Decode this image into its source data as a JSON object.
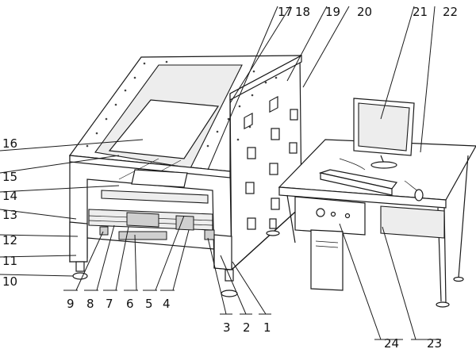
{
  "labels": [
    {
      "text": "1"
    },
    {
      "text": "2"
    },
    {
      "text": "3"
    },
    {
      "text": "4"
    },
    {
      "text": "5"
    },
    {
      "text": "6"
    },
    {
      "text": "7"
    },
    {
      "text": "8"
    },
    {
      "text": "9"
    },
    {
      "text": "10"
    },
    {
      "text": "11"
    },
    {
      "text": "12"
    },
    {
      "text": "13"
    },
    {
      "text": "14"
    },
    {
      "text": "15"
    },
    {
      "text": "16"
    },
    {
      "text": "17"
    },
    {
      "text": "18"
    },
    {
      "text": "19"
    },
    {
      "text": "20"
    },
    {
      "text": "21"
    },
    {
      "text": "22"
    },
    {
      "text": "23"
    },
    {
      "text": "24"
    }
  ]
}
